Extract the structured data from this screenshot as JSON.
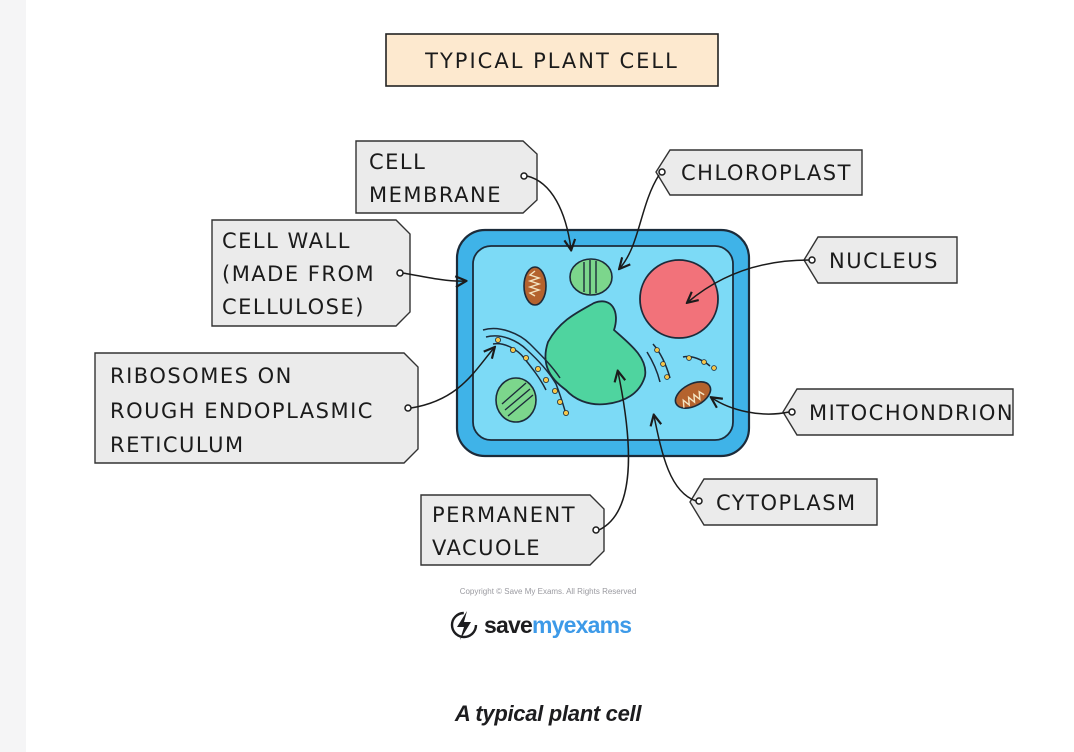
{
  "title": "TYPICAL PLANT CELL",
  "labels": {
    "cell_membrane": [
      "CELL",
      "MEMBRANE"
    ],
    "chloroplast": [
      "CHLOROPLAST"
    ],
    "cell_wall": [
      "CELL WALL",
      "(MADE FROM",
      "CELLULOSE)"
    ],
    "nucleus": [
      "NUCLEUS"
    ],
    "ribosomes": [
      "RIBOSOMES ON",
      "ROUGH ENDOPLASMIC",
      "RETICULUM"
    ],
    "mitochondrion": [
      "MITOCHONDRION"
    ],
    "cytoplasm": [
      "CYTOPLASM"
    ],
    "vacuole": [
      "PERMANENT",
      "VACUOLE"
    ]
  },
  "copyright": "Copyright © Save My Exams. All Rights Reserved",
  "brand": {
    "word1": "save",
    "word2": "my",
    "word3": "exams"
  },
  "caption": "A typical plant cell",
  "colors": {
    "title_box": "#fde9cf",
    "label_box": "#ebebeb",
    "cell_wall": "#3fb3e8",
    "cytoplasm": "#7cdaf6",
    "nucleus": "#f2727a",
    "vacuole": "#4fd49f",
    "chloroplast": "#7cd68c",
    "mitochondrion": "#b4632e",
    "brand_blue": "#3d9ae8"
  },
  "icons": [
    "lightning-bolt-logo-icon"
  ]
}
